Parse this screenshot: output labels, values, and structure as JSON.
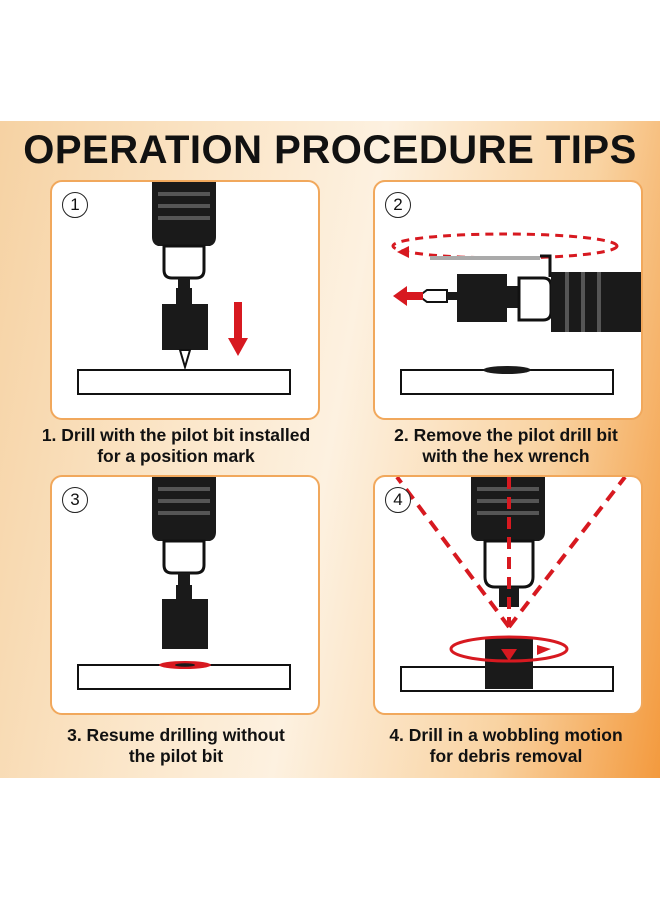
{
  "title": "OPERATION PROCEDURE TIPS",
  "steps": [
    {
      "number": "1",
      "line1": "1. Drill with the pilot bit installed",
      "line2": "for a position mark"
    },
    {
      "number": "2",
      "line1": "2. Remove the pilot drill bit",
      "line2": "with the hex wrench"
    },
    {
      "number": "3",
      "line1": "3. Resume drilling without",
      "line2": "the pilot bit"
    },
    {
      "number": "4",
      "line1": "4. Drill in a wobbling motion",
      "line2": "for debris removal"
    }
  ],
  "colors": {
    "accent_red": "#d71920",
    "panel_border": "#f1a85c",
    "banner_orange": "#f39a3e"
  }
}
